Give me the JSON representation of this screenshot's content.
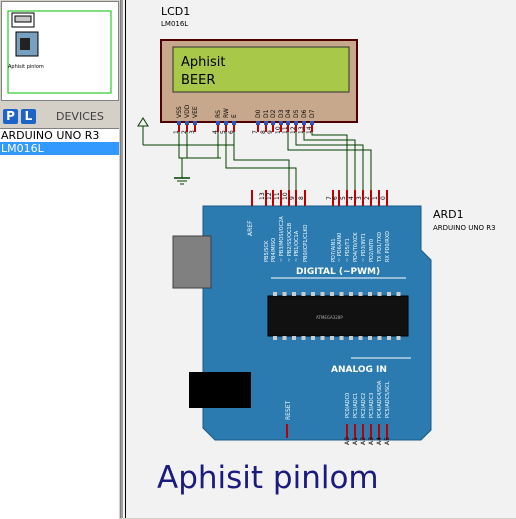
{
  "panel": {
    "p_button": "P",
    "l_button": "L",
    "devices_label": "DEVICES",
    "devices": [
      {
        "label": "ARDUINO UNO R3",
        "selected": false
      },
      {
        "label": "LM016L",
        "selected": true
      }
    ],
    "overview_caption": "Aphisit pinlom"
  },
  "lcd": {
    "ref": "LCD1",
    "part": "LM016L",
    "line1": "Aphisit",
    "line2": "BEER",
    "pin_names": [
      "VSS",
      "VDD",
      "VEE",
      "RS",
      "RW",
      "E",
      "D0",
      "D1",
      "D2",
      "D3",
      "D4",
      "D5",
      "D6",
      "D7"
    ],
    "pin_numbers": [
      "1",
      "2",
      "3",
      "4",
      "5",
      "6",
      "7",
      "8",
      "9",
      "10",
      "11",
      "12",
      "13",
      "14"
    ]
  },
  "arduino": {
    "ref": "ARD1",
    "part": "ARDUINO UNO R3",
    "digital_label": "DIGITAL (~PWM)",
    "analog_label": "ANALOG IN",
    "chip_label": "ATMEGA328P",
    "aref": "AREF",
    "reset": "RESET",
    "top_pins": [
      "PB5/SCK",
      "PB4/MISO",
      "~ PB3/MOSI/OC2A",
      "~ PB2/SS/OC1B",
      "~ PB1/OC1A",
      "PB0/ICP1/CLKO",
      "PD7/AIN1",
      "~ PD6/AIN0",
      "~ PD5/T1",
      "PD4/T0/XCK",
      "~ PD3/INT1",
      "PD2/INT0",
      "TX PD1/TXD",
      "RX PD0/RXD"
    ],
    "top_numbers": [
      "13",
      "12",
      "11",
      "10",
      "9",
      "8",
      "7",
      "6",
      "5",
      "4",
      "3",
      "2",
      "1",
      "0"
    ],
    "analog_pins": [
      "PC0/ADC0",
      "PC1/ADC1",
      "PC2/ADC2",
      "PC3/ADC3",
      "PC4/ADC4/SDA",
      "PC5/ADC5/SCL"
    ],
    "analog_numbers": [
      "A0",
      "A1",
      "A2",
      "A3",
      "A4",
      "A5"
    ]
  },
  "caption": "Aphisit pinlom",
  "colors": {
    "board": "#2b7ab0",
    "lcd_frame": "#c8a88c",
    "lcd_screen": "#a8c84a",
    "wire": "#004000",
    "pin_red": "#c00000",
    "caption": "#1a1a80"
  }
}
